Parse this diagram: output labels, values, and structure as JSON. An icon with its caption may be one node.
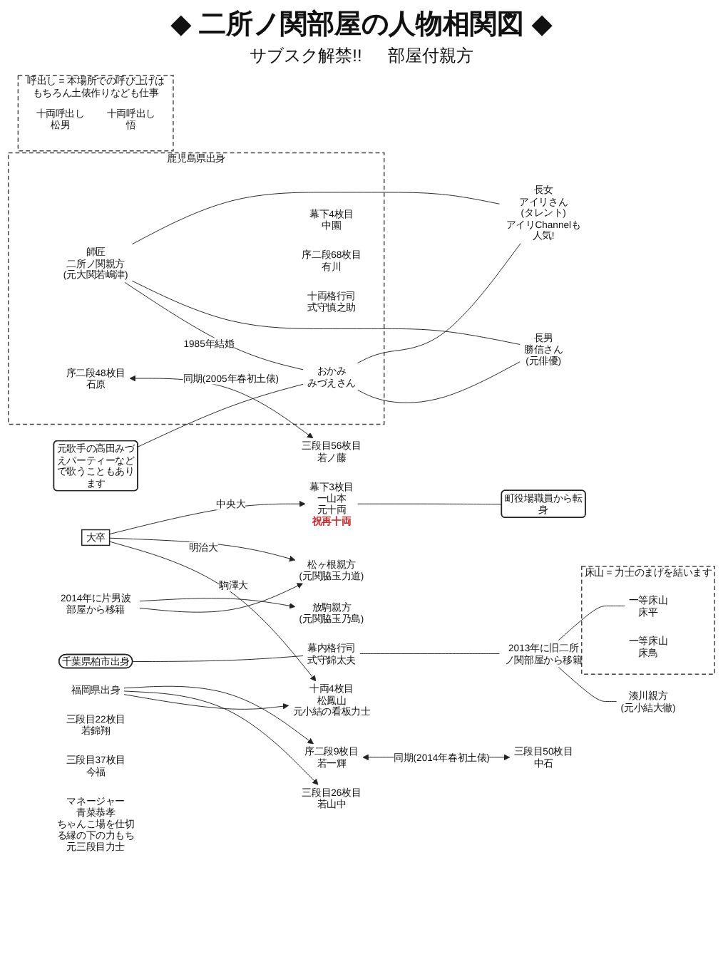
{
  "diagram": {
    "title": "◆ 二所ノ関部屋の人物相関図 ◆",
    "nodes": [
      {
        "text": [
          "鹿児島県出身"
        ]
      },
      {
        "text": [
          "師匠",
          "二所ノ関親方",
          "(元大関若嶋津)"
        ],
        "in": 0
      },
      {
        "text": [
          "おかみ",
          "みづえさん"
        ],
        "in": 0
      },
      {
        "text": [
          "元歌手の高田みづえパーティーなどで歌うこともあります"
        ]
      },
      {
        "text": [
          "長男",
          "勝信さん",
          "(元俳優)"
        ]
      },
      {
        "text": [
          "長女",
          "アイリさん",
          "(タレント)"
        ],
        "beside": [
          "アイリChannelも人気!"
        ]
      },
      {
        "text": [
          "幕下4枚目",
          "中園"
        ],
        "in": 0
      },
      {
        "text": [
          "序二段48枚目",
          "石原"
        ],
        "in": 0
      },
      {
        "text": [
          "序二段68枚目",
          "有川"
        ],
        "in": 0
      },
      {
        "text": [
          "十両格行司",
          "式守慎之助"
        ],
        "in": 0
      },
      {
        "text": [
          "十両4枚目",
          "松鳳山",
          "元小結の看板力士"
        ]
      },
      {
        "text": [
          "湊川親方",
          "(元小結大徹)"
        ]
      },
      {
        "text": [
          "松ヶ根親方",
          "(元関脇玉力道)"
        ]
      },
      {
        "text": [
          "大卒"
        ]
      },
      {
        "text": [
          "放駒親方",
          "(元関脇玉乃島)"
        ]
      },
      {
        "text": [
          "2014年に片男波部屋から移籍"
        ]
      },
      {
        "text": [
          "幕下3枚目",
          "一山本",
          "元十両"
        ],
        "beside": [
          "祝再十両"
        ]
      },
      {
        "text": [
          "町役場職員から転身"
        ]
      },
      {
        "text": [
          "千葉県柏市出身"
        ]
      },
      {
        "text": [
          "幕内格行司",
          "式守錦太夫"
        ]
      },
      {
        "text": [
          "2013年に旧二所ノ関部屋から移籍"
        ]
      },
      {
        "text": [
          "福岡県出身"
        ]
      },
      {
        "text": [
          "三段目22枚目",
          "若錦翔"
        ]
      },
      {
        "text": [
          "三段目26枚目",
          "若山中"
        ]
      },
      {
        "text": [
          "三段目37枚目",
          "今福"
        ]
      },
      {
        "text": [
          "序二段9枚目",
          "若一輝"
        ]
      },
      {
        "text": [
          "三段目50枚目",
          "中石"
        ]
      },
      {
        "text": [
          "三段目56枚目",
          "若ノ藤"
        ]
      },
      {
        "text": [
          "床山 = 力士のまげを結います"
        ]
      },
      {
        "text": [
          "一等床山",
          "床平"
        ],
        "in": 28
      },
      {
        "text": [
          "一等床山",
          "床鳥"
        ],
        "in": 28
      },
      {
        "text": [
          "呼出し = 本場所での呼び上げはもちろん土俵作りなども仕事"
        ]
      },
      {
        "text": [
          "十両呼出し",
          "松男"
        ],
        "in": 31
      },
      {
        "text": [
          "十両呼出し",
          "悟"
        ],
        "in": 31
      },
      {
        "text": [
          "マネージャー",
          "青菜恭孝",
          "ちゃんこ場を仕切る縁の下の力もち",
          "元三段目力士"
        ]
      }
    ],
    "edges": [
      {
        "from": 1,
        "to": 2,
        "arrow": "none",
        "label": "1985年結婚"
      },
      {
        "from": 1,
        "to": 4,
        "arrow": "none"
      },
      {
        "from": 2,
        "to": 4,
        "arrow": "none"
      },
      {
        "from": 1,
        "to": 5,
        "arrow": "none"
      },
      {
        "from": 2,
        "to": 5,
        "arrow": "none"
      },
      {
        "from": 3,
        "to": 2,
        "arrow": "none"
      },
      {
        "from": 13,
        "to": 10,
        "arrow": "to",
        "label": "駒澤大"
      },
      {
        "from": 13,
        "to": 12,
        "arrow": "to",
        "label": "明治大"
      },
      {
        "from": 13,
        "to": 16,
        "arrow": "to",
        "label": "中央大"
      },
      {
        "from": 15,
        "to": 12,
        "arrow": "to"
      },
      {
        "from": 15,
        "to": 14,
        "arrow": "to"
      },
      {
        "from": 16,
        "to": 17,
        "arrow": "none"
      },
      {
        "from": 18,
        "to": 19,
        "arrow": "none"
      },
      {
        "from": 20,
        "to": 11,
        "arrow": "none"
      },
      {
        "from": 19,
        "to": 20,
        "arrow": "none"
      },
      {
        "from": 20,
        "to": 29,
        "arrow": "none"
      },
      {
        "from": 7,
        "to": 27,
        "arrow": "both",
        "label": "同期(2005年春初土俵)"
      },
      {
        "from": 21,
        "to": 10,
        "arrow": "to"
      },
      {
        "from": 21,
        "to": 23,
        "arrow": "to"
      },
      {
        "from": 21,
        "to": 25,
        "arrow": "to"
      },
      {
        "from": 25,
        "to": 26,
        "arrow": "both",
        "label": "同期(2014年春初土俵)"
      }
    ],
    "labels": [
      "サブスク解禁!!",
      "部屋付親方"
    ]
  }
}
